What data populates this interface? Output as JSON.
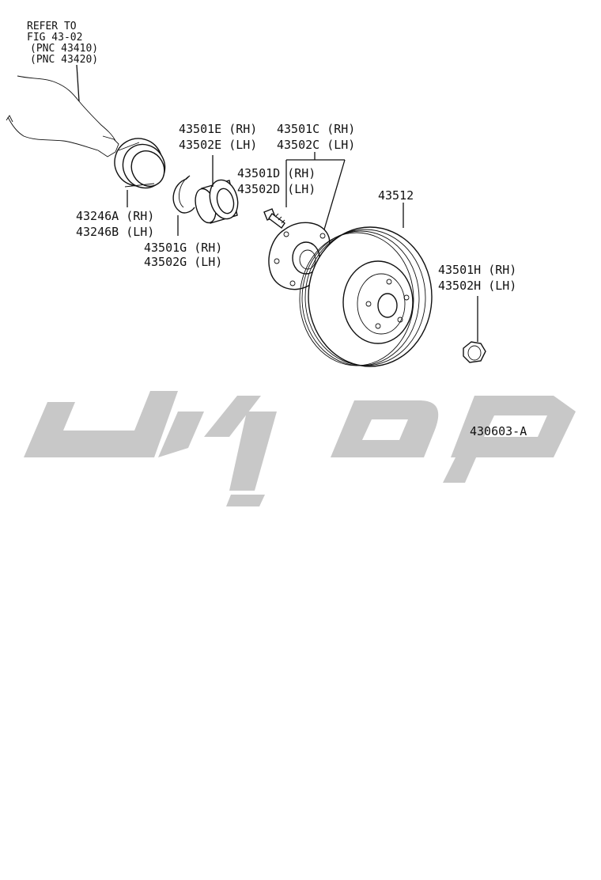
{
  "refer": {
    "line1": "REFER TO",
    "line2": "FIG 43-02",
    "line3": "(PNC 43410)",
    "line4": "(PNC 43420)"
  },
  "parts": {
    "seal": {
      "rh": "43246A (RH)",
      "lh": "43246B (LH)"
    },
    "snap_ring": {
      "rh": "43501G (RH)",
      "lh": "43502G (LH)"
    },
    "bearing": {
      "rh": "43501E (RH)",
      "lh": "43502E (LH)"
    },
    "hub": {
      "rh": "43501C (RH)",
      "lh": "43502C (LH)"
    },
    "hub_bolt": {
      "rh": "43501D (RH)",
      "lh": "43502D (LH)"
    },
    "disc": {
      "label": "43512"
    },
    "nut": {
      "rh": "43501H (RH)",
      "lh": "43502H (LH)"
    }
  },
  "figure_code": "430603-A",
  "watermark": {
    "text": "تویوتا",
    "color": "#c8c8c8"
  }
}
